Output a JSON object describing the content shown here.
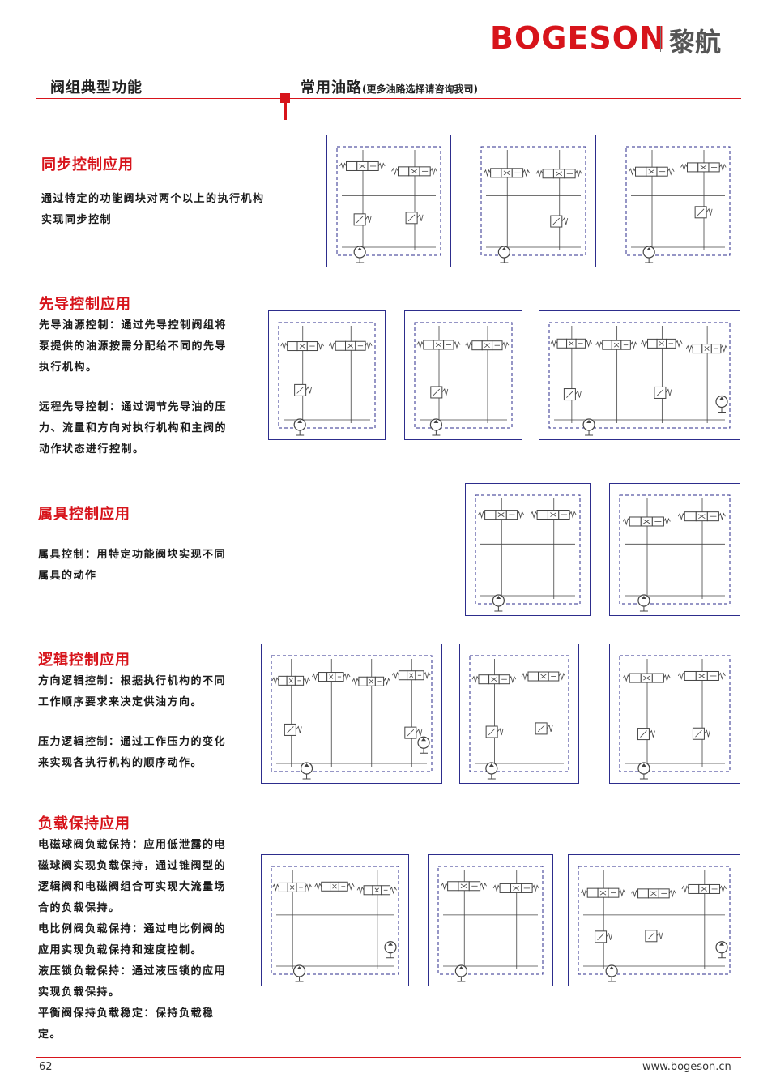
{
  "brand": {
    "logo": "BOGESON",
    "cn": "黎航"
  },
  "header": {
    "left": "阀组典型功能",
    "right_main": "常用油路",
    "right_note": "(更多油路选择请咨询我司)"
  },
  "sections": [
    {
      "title": "同步控制应用",
      "text": "通过特定的功能阀块对两个以上的执行机构\n实现同步控制"
    },
    {
      "title": "先导控制应用",
      "text": "先导油源控制：通过先导控制阀组将\n泵提供的油源按需分配给不同的先导\n执行机构。",
      "text2": "远程先导控制：通过调节先导油的压\n力、流量和方向对执行机构和主阀的\n动作状态进行控制。"
    },
    {
      "title": "属具控制应用",
      "text": "属具控制：用特定功能阀块实现不同\n属具的动作"
    },
    {
      "title": "逻辑控制应用",
      "text": "方向逻辑控制：根据执行机构的不同\n工作顺序要求来决定供油方向。",
      "text2": "压力逻辑控制：通过工作压力的变化\n来实现各执行机构的顺序动作。"
    },
    {
      "title": "负载保持应用",
      "text": "电磁球阀负载保持：应用低泄露的电\n磁球阀实现负载保持，通过锥阀型的\n逻辑阀和电磁阀组合可实现大流量场\n合的负载保持。\n电比例阀负载保持：通过电比例阀的\n应用实现负载保持和速度控制。\n液压锁负载保持：通过液压锁的应用\n实现负载保持。\n平衡阀保持负载稳定：保持负载稳\n定。"
    }
  ],
  "footer": {
    "page": "62",
    "site": "www.bogeson.cn"
  },
  "colors": {
    "accent": "#d7141b",
    "frame": "#2d2d8c",
    "line": "#444444"
  }
}
